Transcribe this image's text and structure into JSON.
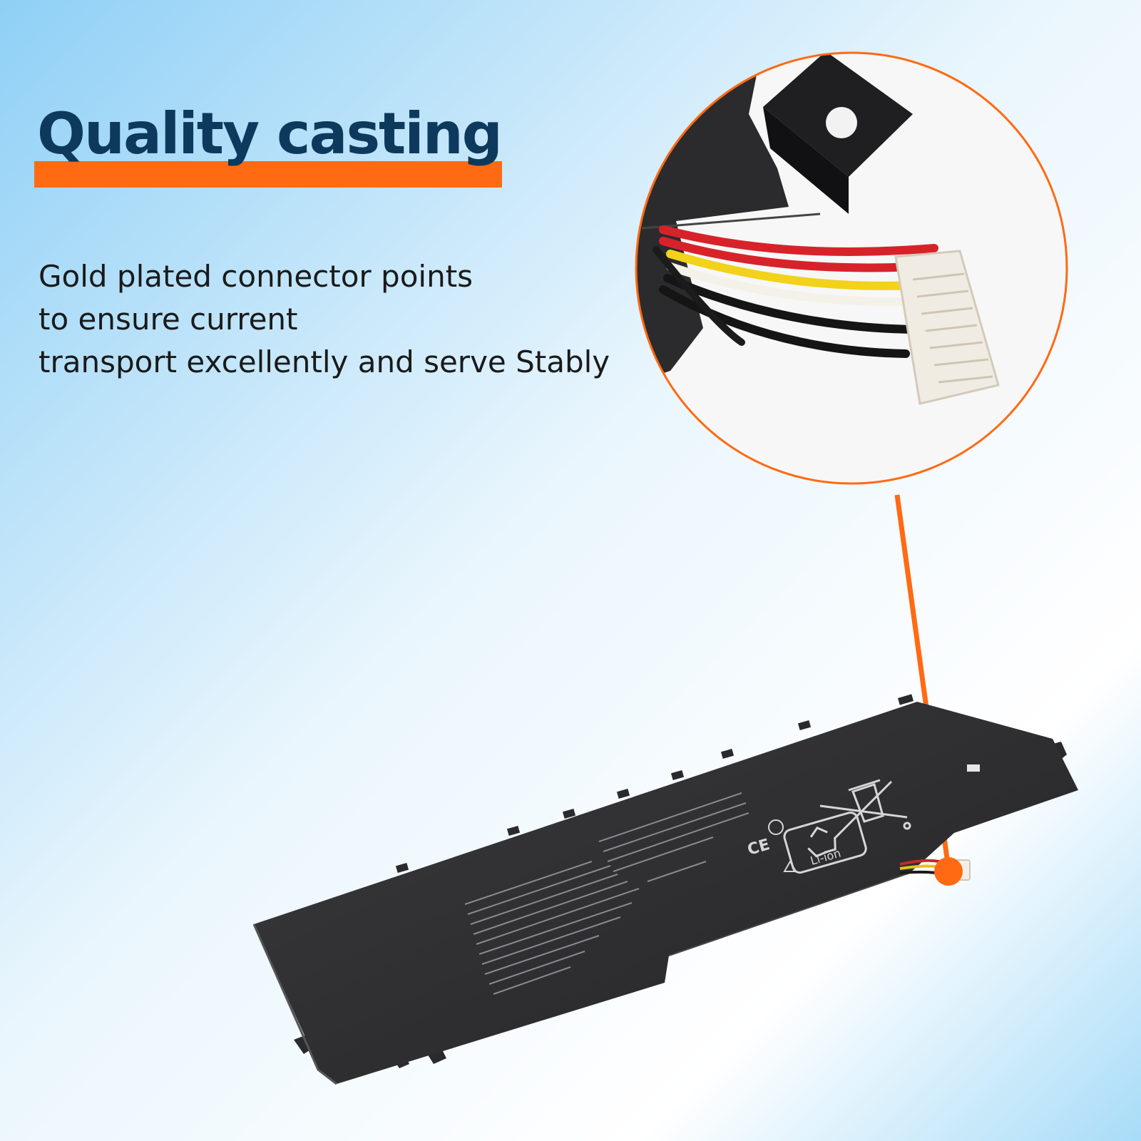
{
  "title": "Quality casting",
  "description_lines": [
    "Gold plated connector points",
    "to ensure current",
    "transport excellently and serve Stably"
  ],
  "battery_label": {
    "li_ion": "Li-ion",
    "ce": "CE"
  },
  "colors": {
    "accent_orange": "#ff6a13",
    "title_navy": "#0d3a5c",
    "text_dark": "#1a1a1a",
    "battery_body": "#2e2e30",
    "bg_top_left": "#8fd0f6",
    "bg_mid": "#eaf6fd",
    "bg_white": "#ffffff",
    "bg_bottom_right": "#a8dcf8"
  },
  "icons": [
    "recycle-icon",
    "crossed-bin-icon",
    "warning-icon",
    "ce-mark-icon"
  ]
}
